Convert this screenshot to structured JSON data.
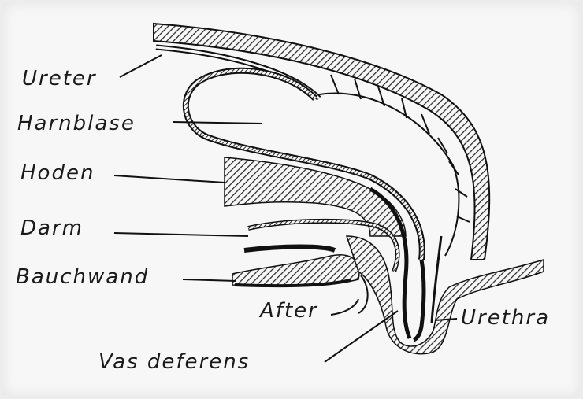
{
  "diagram": {
    "labels": {
      "ureter": "Ureter",
      "harnblase": "Harnblase",
      "hoden": "Hoden",
      "darm": "Darm",
      "bauchwand": "Bauchwand",
      "after": "After",
      "urethra": "Urethra",
      "vas_deferens": "Vas deferens"
    }
  }
}
